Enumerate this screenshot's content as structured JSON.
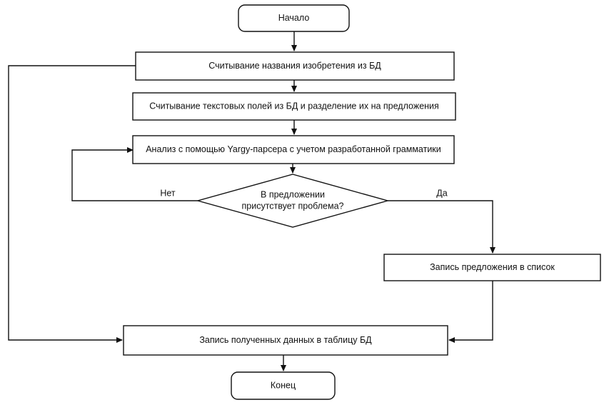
{
  "nodes": {
    "start": "Начало",
    "read_title": "Считывание названия изобретения из БД",
    "read_fields": "Считывание текстовых полей из БД и разделение их на предложения",
    "analyze": "Анализ с помощью Yargy-парсера с учетом разработанной грамматики",
    "decision_line1": "В предложении",
    "decision_line2": "присутствует проблема?",
    "write_sentence": "Запись предложения в список",
    "write_results": "Запись полученных данных в таблицу БД",
    "end": "Конец"
  },
  "edges": {
    "no_label": "Нет",
    "yes_label": "Да"
  }
}
